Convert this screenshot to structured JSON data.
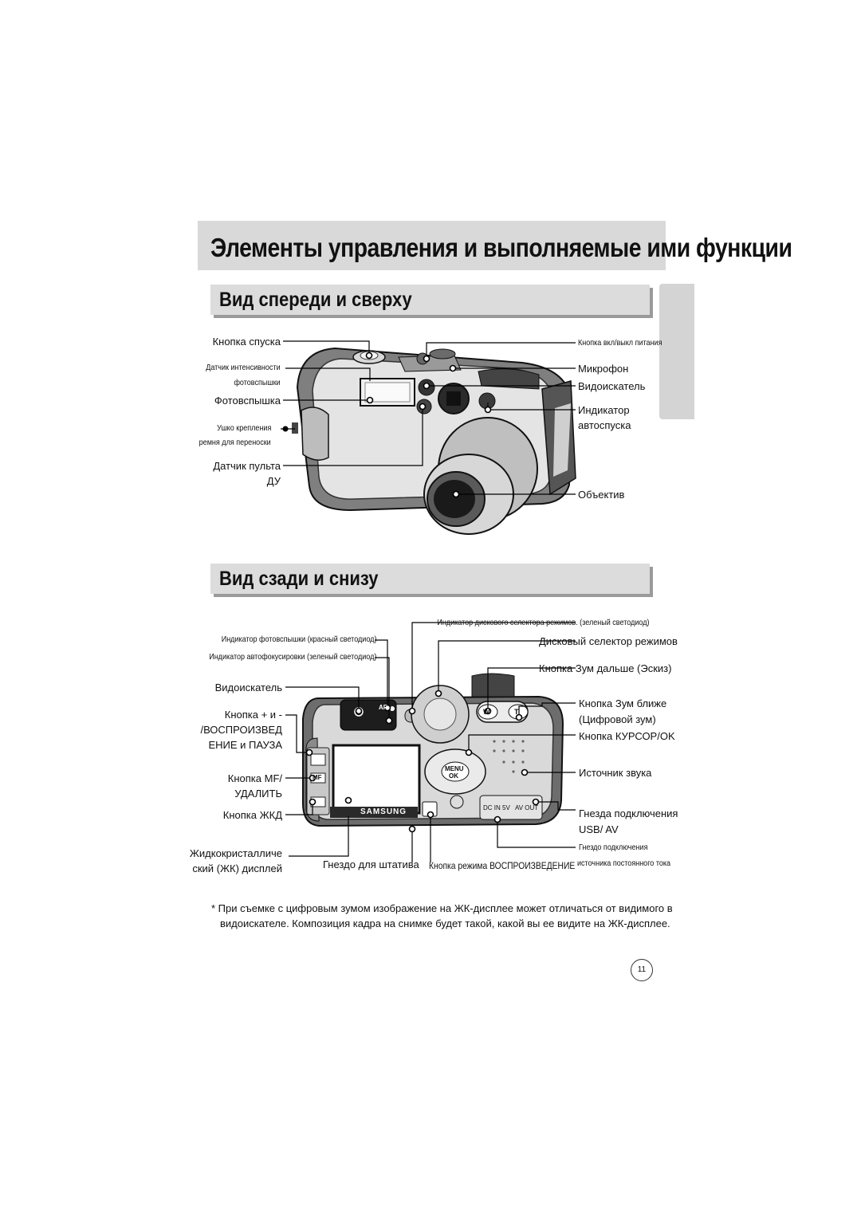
{
  "page": {
    "title": "Элементы управления и выполняемые ими функции",
    "page_number": "11"
  },
  "front_view": {
    "heading": "Вид спереди и сверху",
    "labels": {
      "shutter": "Кнопка спуска",
      "flash_sensor_1": "Датчик интенсивности",
      "flash_sensor_2": "фотовспышки",
      "flash": "Фотовспышка",
      "strap_1": "Ушко крепления",
      "strap_2": "ремня для переноски",
      "remote_1": "Датчик пульта",
      "remote_2": "ДУ",
      "power": "Кнопка вкл/выкл питания",
      "microphone": "Микрофон",
      "viewfinder": "Видоискатель",
      "timer_1": "Индикатор",
      "timer_2": "автоспуска",
      "lens": "Объектив"
    }
  },
  "back_view": {
    "heading": "Вид сзади и снизу",
    "labels": {
      "flash_led": "Индикатор фотовспышки (красный светодиод)",
      "af_led": "Индикатор автофокусировки (зеленый светодиод)",
      "viewfinder": "Видоискатель",
      "play_1": "Кнопка + и -",
      "play_2": "/ВОСПРОИЗВЕД",
      "play_3": "ЕНИЕ и ПАУЗА",
      "mf_1": "Кнопка MF/",
      "mf_2": "УДАЛИТЬ",
      "lcd_button": "Кнопка ЖКД",
      "lcd_1": "Жидкокристалличе",
      "lcd_2": "ский (ЖК) дисплей",
      "tripod": "Гнездо для штатива",
      "playback_mode": "Кнопка режима ВОСПРОИЗВЕДЕНИЕ",
      "mode_led": "Индикатор дискового селектора режимов. (зеленый светодиод)",
      "mode_dial": "Дисковый селектор режимов",
      "zoom_out": "Кнопка Зум дальше (Эскиз)",
      "zoom_in_1": "Кнопка Зум ближе",
      "zoom_in_2": "(Цифровой зум)",
      "cursor_ok": "Кнопка КУРСОР/OK",
      "speaker": "Источник звука",
      "usb_1": "Гнезда подключения",
      "usb_2": "USB/ AV",
      "dc_1": "Гнездо подключения",
      "dc_2": "источника постоянного тока"
    },
    "body_marks": {
      "brand": "SAMSUNG",
      "af": "AF",
      "menu": "MENU",
      "ok": "OK",
      "mf": "MF",
      "w": "W",
      "t": "T",
      "dc_in": "DC IN 5V",
      "av_out": "AV OUT"
    }
  },
  "footnote": {
    "line1": "* При съемке с цифровым зумом изображение на ЖК-дисплее может отличаться от видимого в",
    "line2": "видоискателе. Композиция кадра на снимке будет такой, какой вы ее видите на ЖК-дисплее."
  }
}
